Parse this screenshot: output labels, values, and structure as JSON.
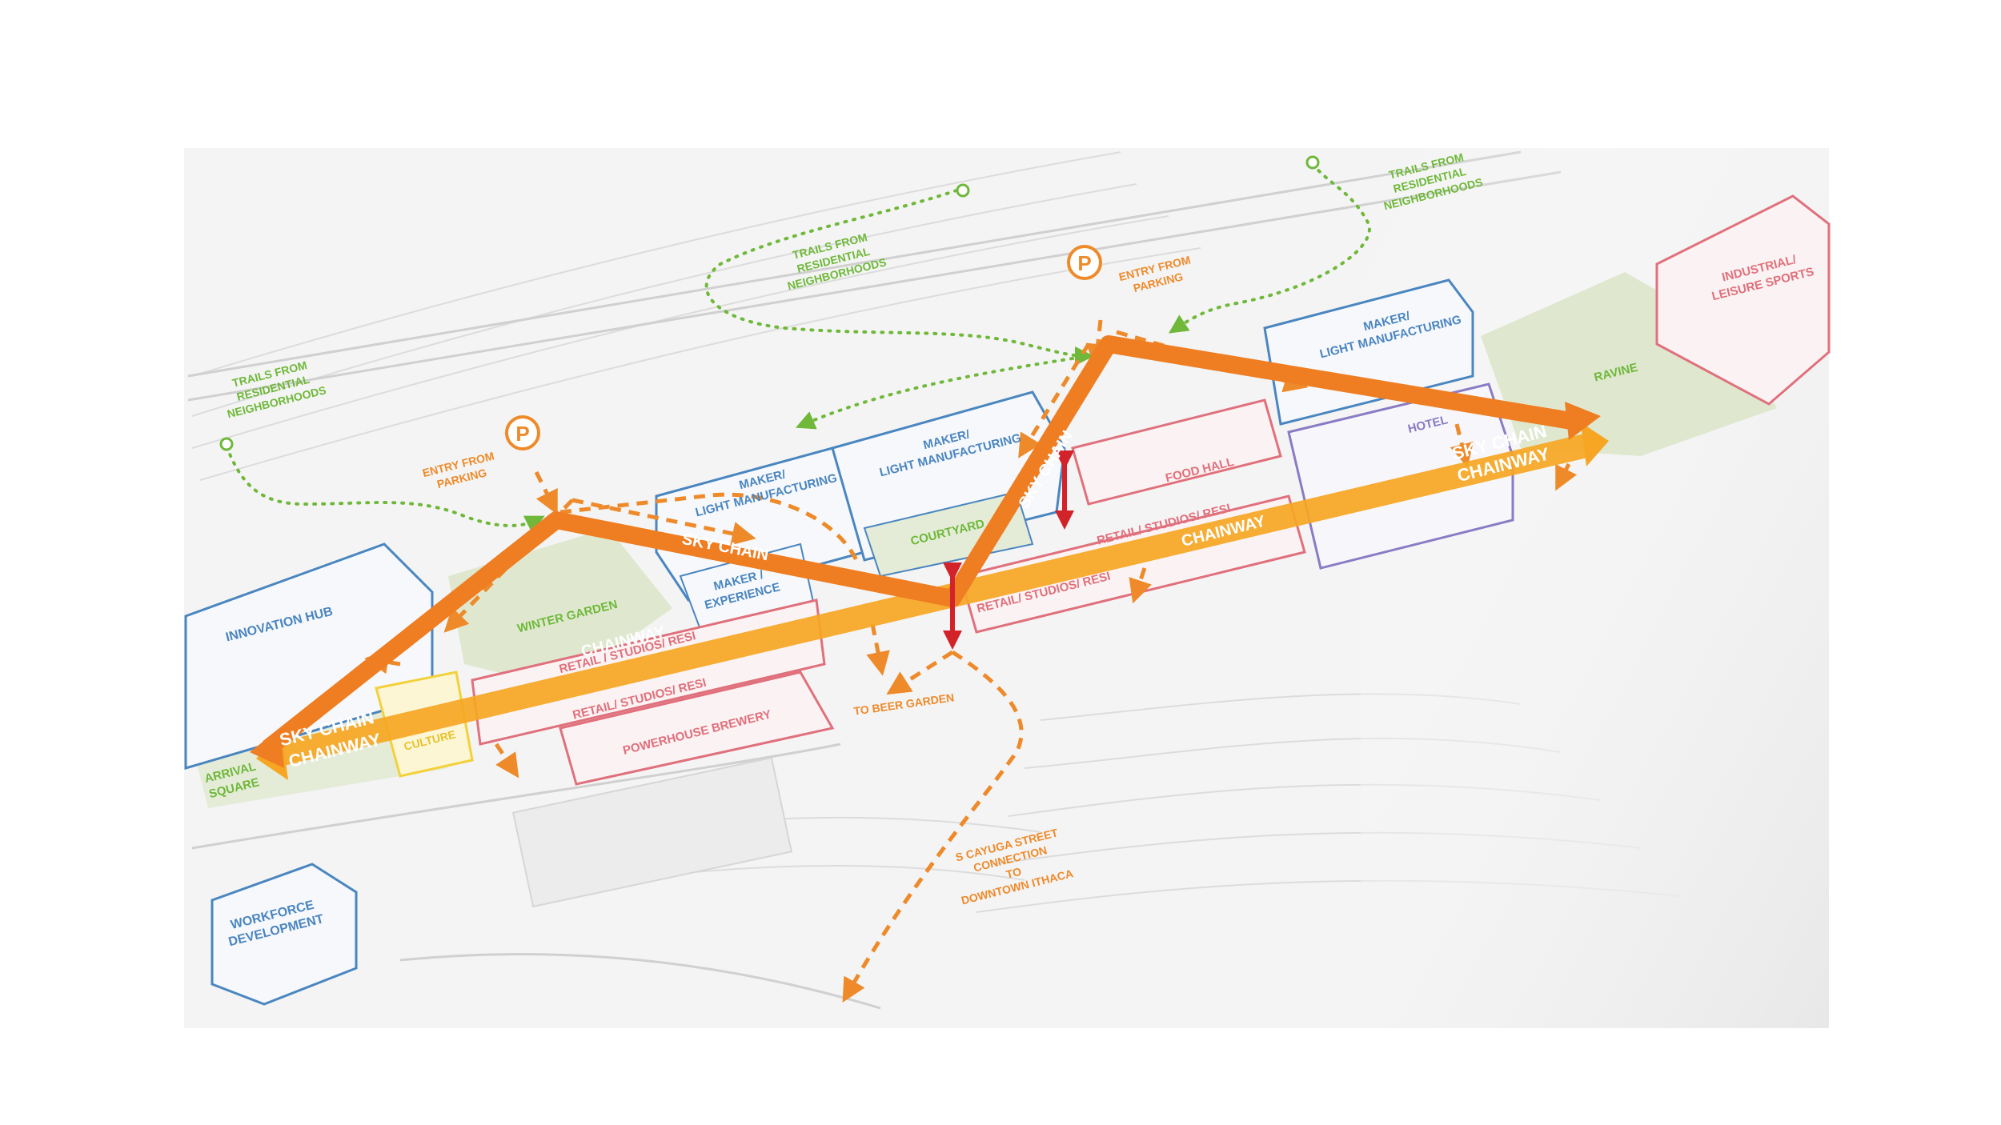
{
  "colors": {
    "sky_chain": "#ef7d22",
    "chainway": "#f6a623",
    "trails_green": "#6fb83a",
    "entry_orange": "#ee8a2a",
    "blue_outline": "#4a86c0",
    "red_outline": "#e0707c",
    "purple_outline": "#8a7bc4",
    "culture_yellow": "#f2d13b",
    "vertical_link_red": "#d2232a"
  },
  "labels": {
    "trails_1": [
      "TRAILS FROM",
      "RESIDENTIAL",
      "NEIGHBORHOODS"
    ],
    "trails_2": [
      "TRAILS FROM",
      "RESIDENTIAL",
      "NEIGHBORHOODS"
    ],
    "trails_3": [
      "TRAILS FROM",
      "RESIDENTIAL",
      "NEIGHBORHOODS"
    ],
    "entry_1": [
      "ENTRY FROM",
      "PARKING"
    ],
    "entry_2": [
      "ENTRY FROM",
      "PARKING"
    ],
    "parking_symbol": "P",
    "maker_1": [
      "MAKER/",
      "LIGHT MANUFACTURING"
    ],
    "maker_2": [
      "MAKER/",
      "LIGHT MANUFACTURING"
    ],
    "maker_3": [
      "MAKER/",
      "LIGHT MANUFACTURING"
    ],
    "maker_experience": [
      "MAKER /",
      "EXPERIENCE"
    ],
    "industrial": [
      "INDUSTRIAL/",
      "LEISURE SPORTS"
    ],
    "ravine": "RAVINE",
    "hotel": "HOTEL",
    "food_hall": "FOOD HALL",
    "courtyard": "COURTYARD",
    "innovation_hub": "INNOVATION HUB",
    "winter_garden": "WINTER GARDEN",
    "retail_1": "RETAIL / STUDIOS/ RESI",
    "retail_2": "RETAIL/ STUDIOS/ RESI",
    "retail_3": "RETAIL/ STUDIOS/ RESI",
    "retail_4": "RETAIL/ STUDIOS/ RESI",
    "powerhouse": "POWERHOUSE BREWERY",
    "beer_garden": "TO BEER GARDEN",
    "culture": "CULTURE",
    "arrival_square": [
      "ARRIVAL",
      "SQUARE"
    ],
    "workforce": [
      "WORKFORCE",
      "DEVELOPMENT"
    ],
    "cayuga": [
      "S CAYUGA STREET",
      "CONNECTION",
      "TO",
      "DOWNTOWN ITHACA"
    ],
    "sky_chain": "SKY CHAIN",
    "chainway": "CHAINWAY"
  }
}
